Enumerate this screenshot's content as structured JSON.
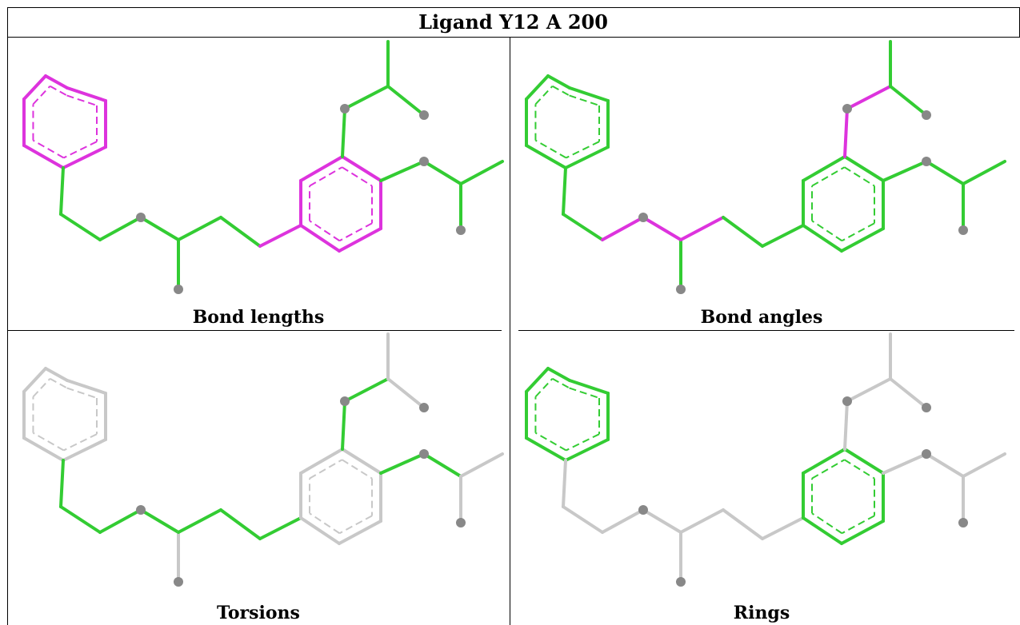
{
  "title": "Ligand Y12 A 200",
  "panels": [
    {
      "label": "Bond lengths"
    },
    {
      "label": "Bond angles"
    },
    {
      "label": "Torsions"
    },
    {
      "label": "Rings"
    }
  ],
  "colors": {
    "green": "#33cc33",
    "magenta": "#dd33dd",
    "grey": "#c8c8c8",
    "atom": "#888888"
  }
}
